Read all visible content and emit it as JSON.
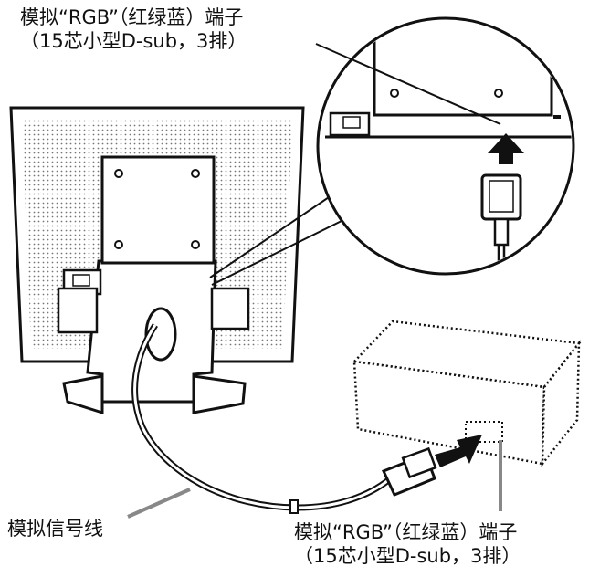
{
  "labels": {
    "monitor_connector": {
      "line1": "模拟“RGB”（红绿蓝）端子",
      "line2": "（15芯小型D-sub，3排）"
    },
    "signal_cable": "模拟信号线",
    "computer_connector": {
      "line1": "模拟“RGB”（红绿蓝）端子",
      "line2": "（15芯小型D-sub，3排）"
    }
  }
}
